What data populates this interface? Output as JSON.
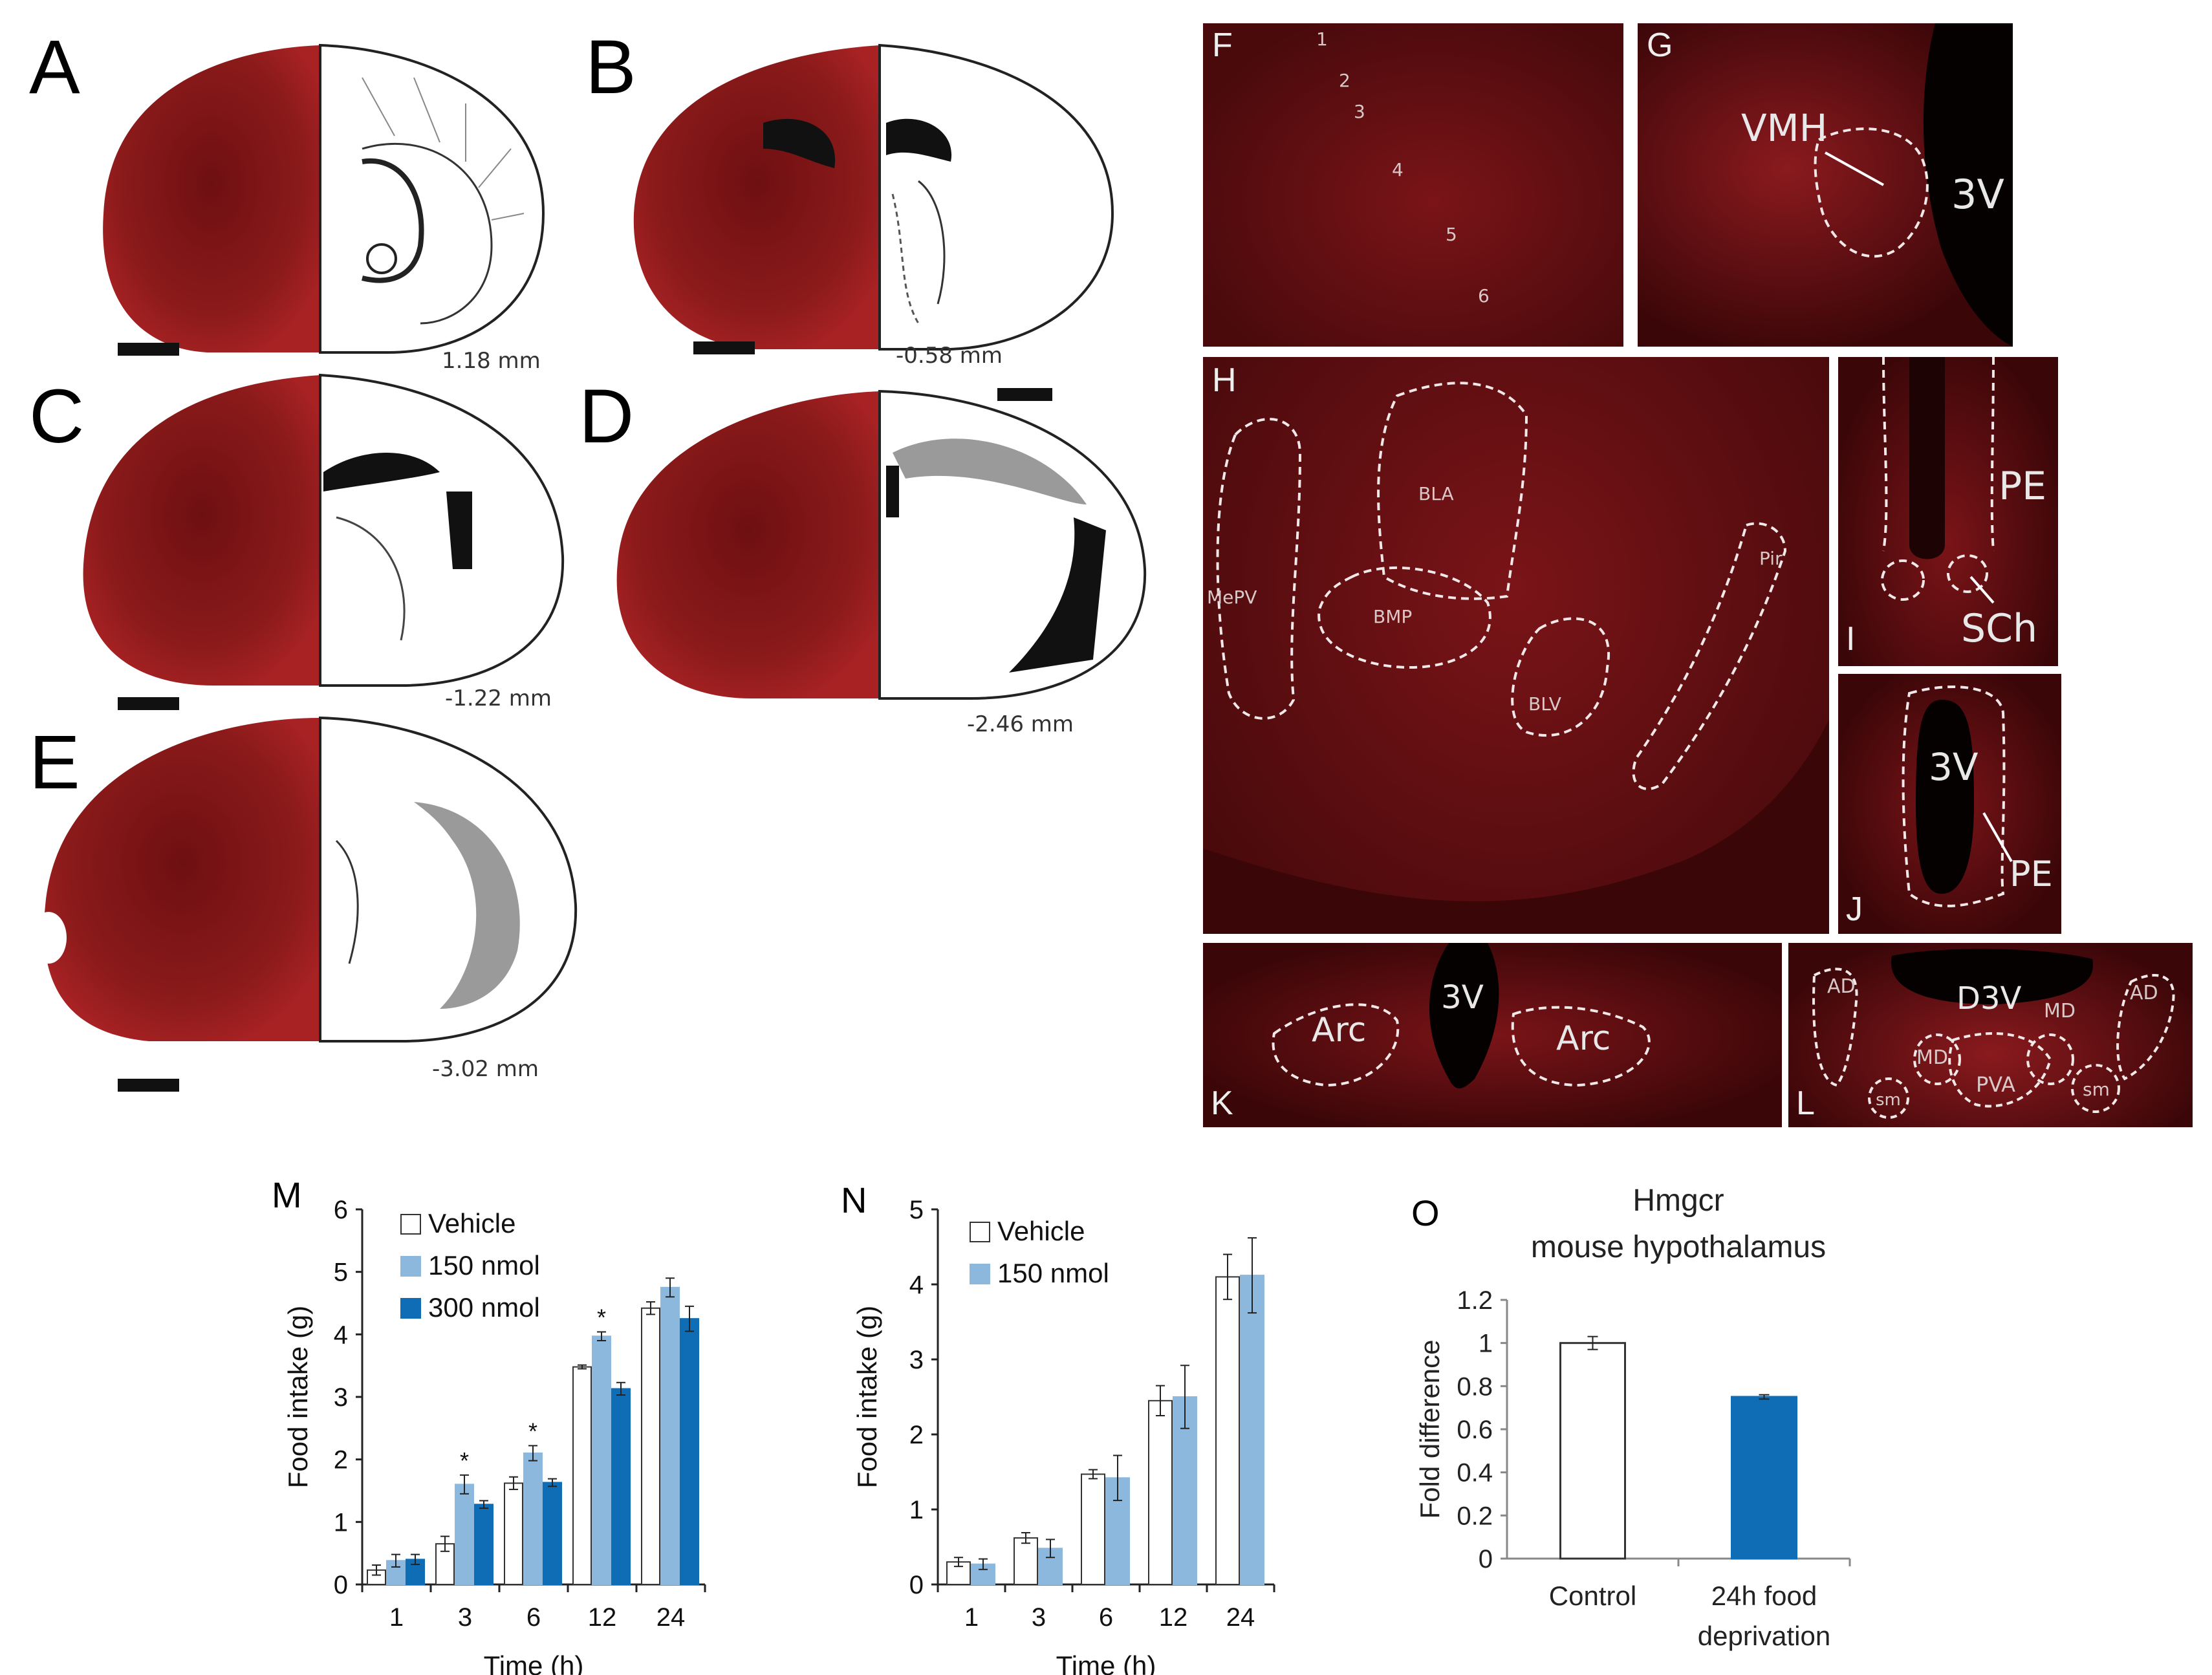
{
  "panels": {
    "A": {
      "label": "A",
      "depth": "1.18 mm"
    },
    "B": {
      "label": "B",
      "depth": "-0.58 mm"
    },
    "C": {
      "label": "C",
      "depth": "-1.22 mm"
    },
    "D": {
      "label": "D",
      "depth": "-2.46 mm"
    },
    "E": {
      "label": "E",
      "depth": "-3.02 mm"
    },
    "F": {
      "label": "F",
      "layers": [
        "1",
        "2",
        "3",
        "4",
        "5",
        "6"
      ]
    },
    "G": {
      "label": "G",
      "regions": [
        "VMH",
        "3V"
      ]
    },
    "H": {
      "label": "H",
      "regions": [
        "MePV",
        "BLA",
        "BMP",
        "BLV",
        "Pir"
      ]
    },
    "I": {
      "label": "I",
      "regions": [
        "PE",
        "SCh"
      ]
    },
    "J": {
      "label": "J",
      "regions": [
        "3V",
        "PE"
      ]
    },
    "K": {
      "label": "K",
      "regions": [
        "Arc",
        "3V",
        "Arc"
      ]
    },
    "L": {
      "label": "L",
      "regions": [
        "AD",
        "D3V",
        "MD",
        "AD",
        "MD",
        "sm",
        "PVA",
        "sm"
      ]
    },
    "M": {
      "label": "M"
    },
    "N": {
      "label": "N"
    },
    "O": {
      "label": "O"
    }
  },
  "colors": {
    "tissue": "#8b1a1a",
    "dark_tissue": "#3a0608",
    "light_blue": "#8db8de",
    "dark_blue": "#0f6db5"
  },
  "chart_data": [
    {
      "id": "M",
      "type": "bar",
      "xlabel": "Time (h)",
      "ylabel": "Food intake (g)",
      "categories": [
        "1",
        "3",
        "6",
        "12",
        "24"
      ],
      "ylim": [
        0,
        6
      ],
      "yticks": [
        "0",
        "1",
        "2",
        "3",
        "4",
        "5",
        "6"
      ],
      "series": [
        {
          "name": "Vehicle",
          "values": [
            0.23,
            0.65,
            1.62,
            3.48,
            4.42
          ],
          "errors": [
            0.08,
            0.12,
            0.1,
            0.03,
            0.1
          ],
          "color": "#ffffff"
        },
        {
          "name": "150 nmol",
          "values": [
            0.38,
            1.6,
            2.1,
            3.97,
            4.75
          ],
          "errors": [
            0.1,
            0.15,
            0.12,
            0.07,
            0.15
          ],
          "color": "#8db8de"
        },
        {
          "name": "300 nmol",
          "values": [
            0.4,
            1.28,
            1.63,
            3.13,
            4.25
          ],
          "errors": [
            0.08,
            0.06,
            0.06,
            0.1,
            0.2
          ],
          "color": "#0f6db5"
        }
      ],
      "annotations": [
        "*",
        "*",
        "*"
      ]
    },
    {
      "id": "N",
      "type": "bar",
      "xlabel": "Time (h)",
      "ylabel": "Food intake (g)",
      "categories": [
        "1",
        "3",
        "6",
        "12",
        "24"
      ],
      "ylim": [
        0,
        5
      ],
      "yticks": [
        "0",
        "1",
        "2",
        "3",
        "4",
        "5"
      ],
      "series": [
        {
          "name": "Vehicle",
          "values": [
            0.3,
            0.62,
            1.47,
            2.45,
            4.1
          ],
          "errors": [
            0.06,
            0.07,
            0.06,
            0.2,
            0.3
          ],
          "color": "#ffffff"
        },
        {
          "name": "150 nmol",
          "values": [
            0.27,
            0.48,
            1.42,
            2.5,
            4.12
          ],
          "errors": [
            0.07,
            0.12,
            0.3,
            0.42,
            0.5
          ],
          "color": "#8db8de"
        }
      ]
    },
    {
      "id": "O",
      "type": "bar",
      "title": [
        "Hmgcr",
        "mouse hypothalamus"
      ],
      "ylabel": "Fold difference",
      "categories": [
        [
          "Control"
        ],
        [
          "24h food",
          "deprivation"
        ]
      ],
      "ylim": [
        0,
        1.2
      ],
      "yticks": [
        "0",
        "0.2",
        "0.4",
        "0.6",
        "0.8",
        "1",
        "1.2"
      ],
      "values": [
        1.0,
        0.75
      ],
      "errors": [
        0.03,
        0.01
      ],
      "colors": [
        "#ffffff",
        "#0f6db5"
      ]
    }
  ]
}
